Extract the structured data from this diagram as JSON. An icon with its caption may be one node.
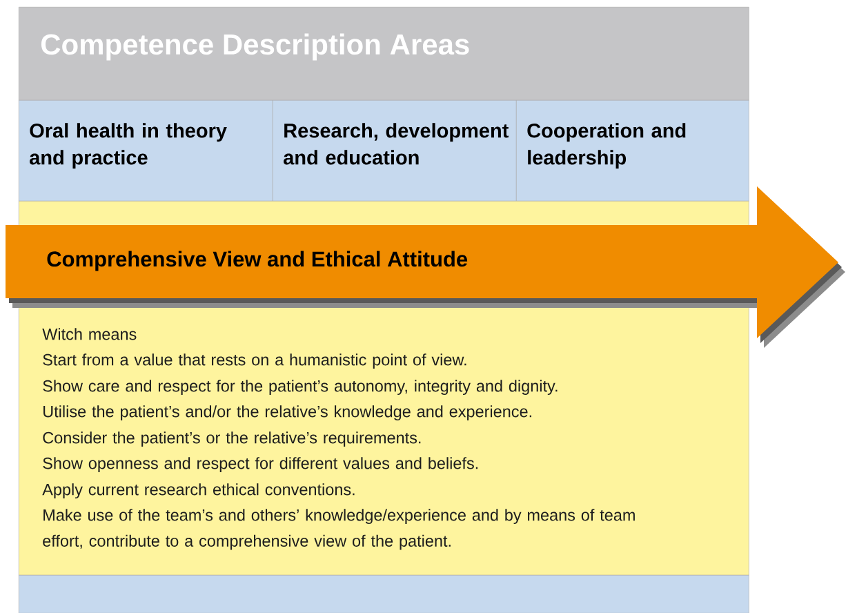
{
  "diagram": {
    "nodes": [
      {
        "text": [
          "Competence Description Areas"
        ]
      },
      {
        "text": [
          "Oral health in theory and practice"
        ]
      },
      {
        "text": [
          "Research, development and education"
        ]
      },
      {
        "text": [
          "Cooperation and leadership"
        ]
      },
      {
        "text": [
          "Witch means",
          "Start from a value that rests on a humanistic point of view.",
          "Show care and respect for the patient’s autonomy, integrity and dignity.",
          "Utilise the patient’s and/or the relative’s knowledge and experience.",
          "Consider the patient’s or the relative’s requirements.",
          "Show openness and respect for different values and beliefs.",
          "Apply current research ethical conventions.",
          "Make use of the team’s and others’ knowledge/experience and by means of team effort, contribute to a comprehensive view of the patient."
        ]
      },
      {
        "text": [
          "Comprehensive View and Ethical Attitude"
        ]
      },
      {
        "text": [],
        "shape": "box"
      }
    ]
  }
}
